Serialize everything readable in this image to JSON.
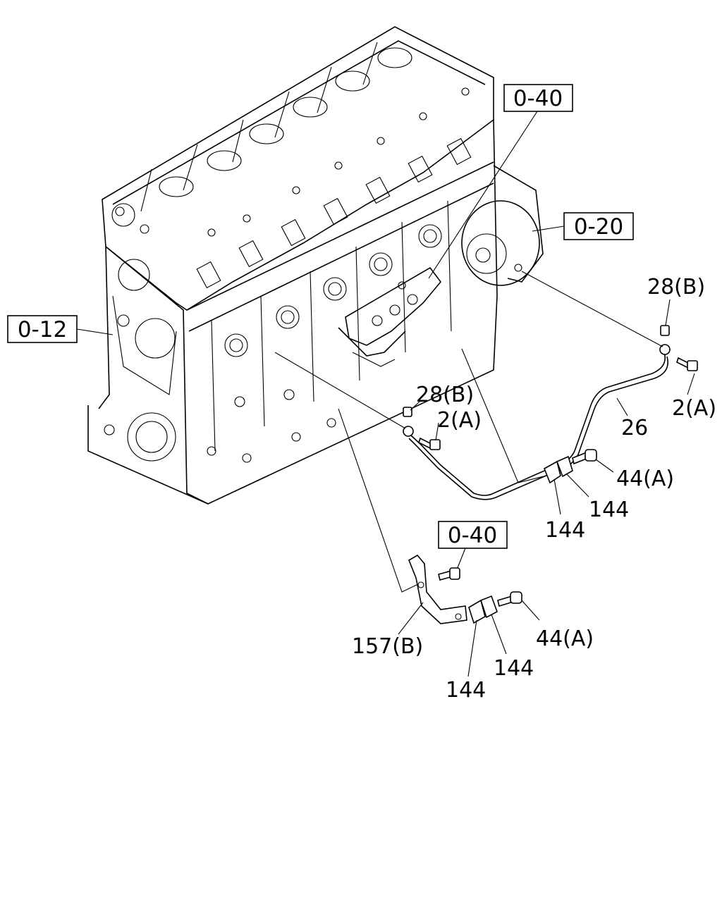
{
  "references": {
    "ref_0_40_top": "0-40",
    "ref_0_20": "0-20",
    "ref_0_12": "0-12",
    "ref_0_40_bottom": "0-40"
  },
  "callouts": {
    "c_28b_right": "28(B)",
    "c_2a_right": "2(A)",
    "c_26": "26",
    "c_28b_center": "28(B)",
    "c_2a_center": "2(A)",
    "c_44a_upper": "44(A)",
    "c_144_upper_right": "144",
    "c_144_upper_left": "144",
    "c_157b": "157(B)",
    "c_44a_lower": "44(A)",
    "c_144_lower_right": "144",
    "c_144_lower_left": "144"
  }
}
